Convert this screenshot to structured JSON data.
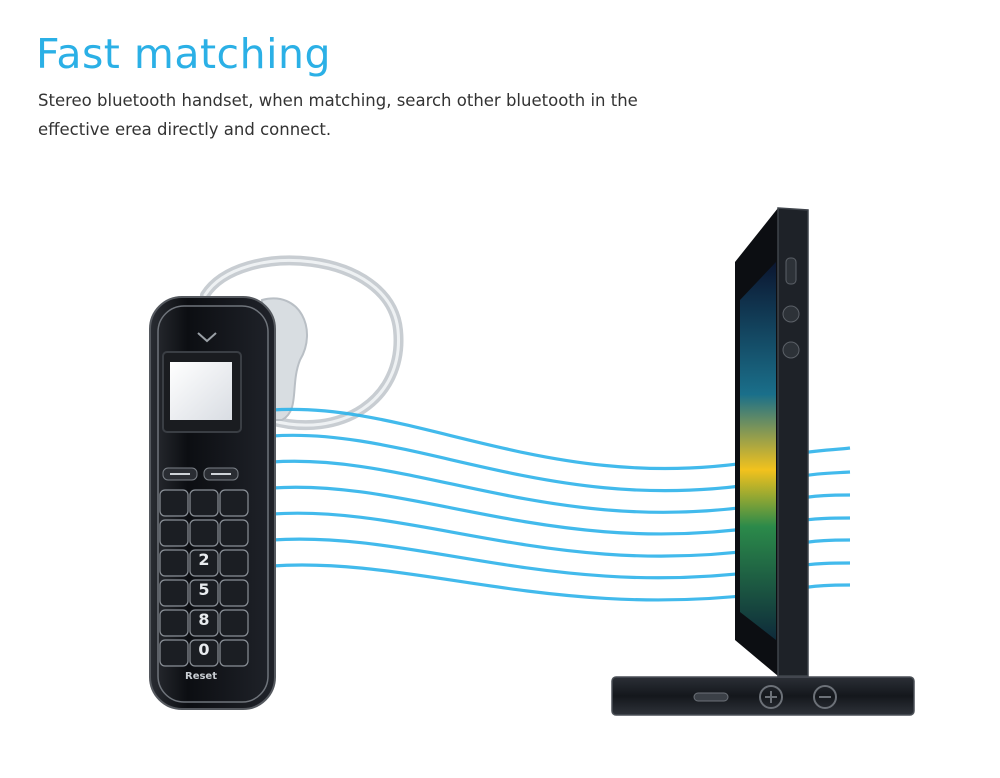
{
  "heading": {
    "title": "Fast matching",
    "description": "Stereo bluetooth  handset, when matching, search other bluetooth in the effective erea directly and connect."
  },
  "headset": {
    "keys": [
      "2",
      "5",
      "8",
      "0"
    ],
    "reset_label": "Reset"
  },
  "colors": {
    "title_accent": "#2bb0e6",
    "wave": "#2eb3ea",
    "device_body": "#101216",
    "text": "#333333"
  },
  "icons": [
    "bluetooth-headset-icon",
    "smartphone-icon",
    "signal-waves-icon",
    "call-key-icon",
    "end-key-icon"
  ]
}
